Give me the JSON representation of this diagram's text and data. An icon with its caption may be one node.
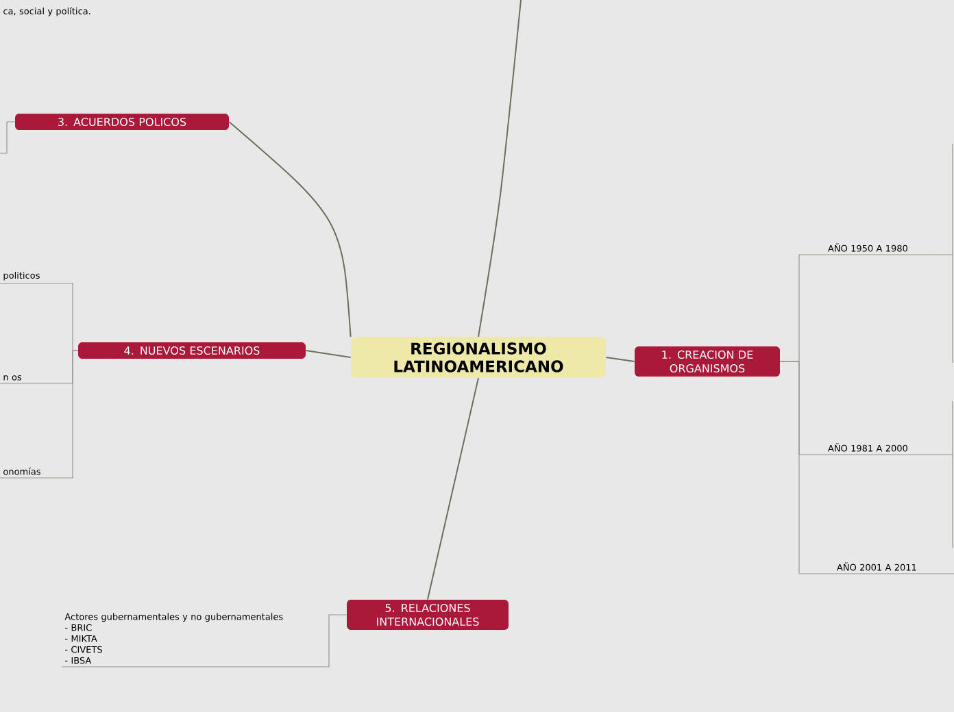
{
  "diagram": {
    "nodes": [
      {
        "text": [
          "REGIONALISMO LATINOAMERICANO"
        ]
      },
      {
        "text": [
          "1. CREACION DE ORGANISMOS"
        ]
      },
      {
        "text": [
          "AÑO 1950 A 1980"
        ]
      },
      {
        "text": [
          "AÑO 1981 A 2000"
        ]
      },
      {
        "text": [
          "AÑO 2001 A 2011"
        ]
      },
      {
        "text": [
          "3. ACUERDOS POLICOS"
        ]
      },
      {
        "text": [
          "4. NUEVOS ESCENARIOS"
        ]
      },
      {
        "text": [
          "politicos"
        ]
      },
      {
        "text": [
          "n os"
        ]
      },
      {
        "text": [
          "onomías"
        ]
      },
      {
        "text": [
          "5. RELACIONES INTERNACIONALES"
        ]
      },
      {
        "text": [
          "Actores gubernamentales y no gubernamentales",
          "- BRIC",
          "- MIKTA",
          "- CIVETS",
          "- IBSA"
        ]
      },
      {
        "text": [
          "ca, social y política."
        ]
      }
    ],
    "edges": [
      {
        "from": 0,
        "to": 1,
        "arrow": "none"
      },
      {
        "from": 1,
        "to": 2,
        "arrow": "none"
      },
      {
        "from": 1,
        "to": 3,
        "arrow": "none"
      },
      {
        "from": 1,
        "to": 4,
        "arrow": "none"
      },
      {
        "from": 0,
        "to": 5,
        "arrow": "none"
      },
      {
        "from": 0,
        "to": 6,
        "arrow": "none"
      },
      {
        "from": 6,
        "to": 7,
        "arrow": "none"
      },
      {
        "from": 6,
        "to": 8,
        "arrow": "none"
      },
      {
        "from": 6,
        "to": 9,
        "arrow": "none"
      },
      {
        "from": 0,
        "to": 10,
        "arrow": "none"
      },
      {
        "from": 10,
        "to": 11,
        "arrow": "none"
      },
      {
        "from": 0,
        "to": null,
        "arrow": "none"
      },
      {
        "from": 5,
        "to": null,
        "arrow": "none"
      },
      {
        "from": 2,
        "to": null,
        "arrow": "none"
      },
      {
        "from": 3,
        "to": null,
        "arrow": "none"
      }
    ]
  }
}
